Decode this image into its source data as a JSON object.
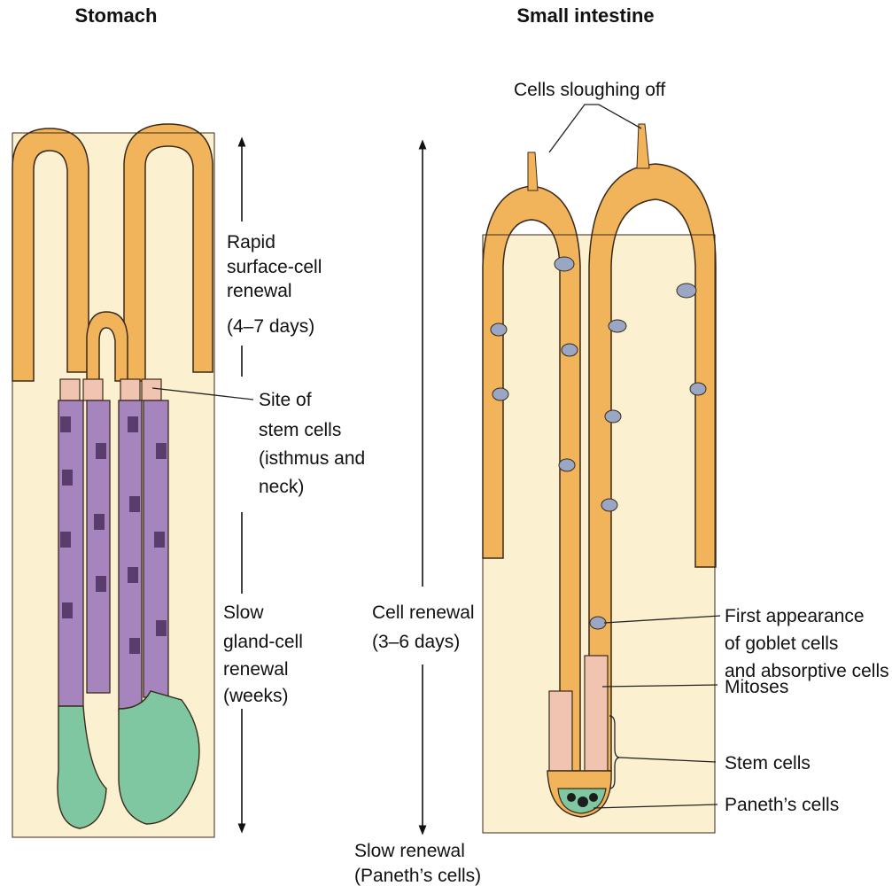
{
  "titles": {
    "stomach": "Stomach",
    "small_intestine": "Small intestine"
  },
  "stomach_labels": {
    "rapid_renewal": [
      "Rapid",
      "surface-cell",
      "renewal",
      "(4–7 days)"
    ],
    "stem_site": [
      "Site of",
      "stem cells",
      "(isthmus and",
      "neck)"
    ],
    "slow_renewal": [
      "Slow",
      "gland-cell",
      "renewal",
      "(weeks)"
    ]
  },
  "intestine_labels": {
    "sloughing": "Cells sloughing off",
    "cell_renewal": [
      "Cell renewal",
      "(3–6 days)"
    ],
    "slow_renewal": [
      "Slow renewal",
      "(Paneth’s cells)"
    ],
    "first_appearance": [
      "First appearance",
      "of goblet cells",
      "and absorptive cells"
    ],
    "mitoses": "Mitoses",
    "stem_cells": "Stem cells",
    "paneth": "Paneth’s cells"
  },
  "colors": {
    "background": "#fbf0cf",
    "surface_cell": "#f2b45a",
    "stem_cell": "#f1c4b1",
    "gland_cell": "#a684be",
    "dark_gland_cell": "#5a3d6d",
    "base_cell": "#7ec7a0",
    "goblet_cell": "#9aa7c4",
    "outline": "#3a2a1a"
  }
}
